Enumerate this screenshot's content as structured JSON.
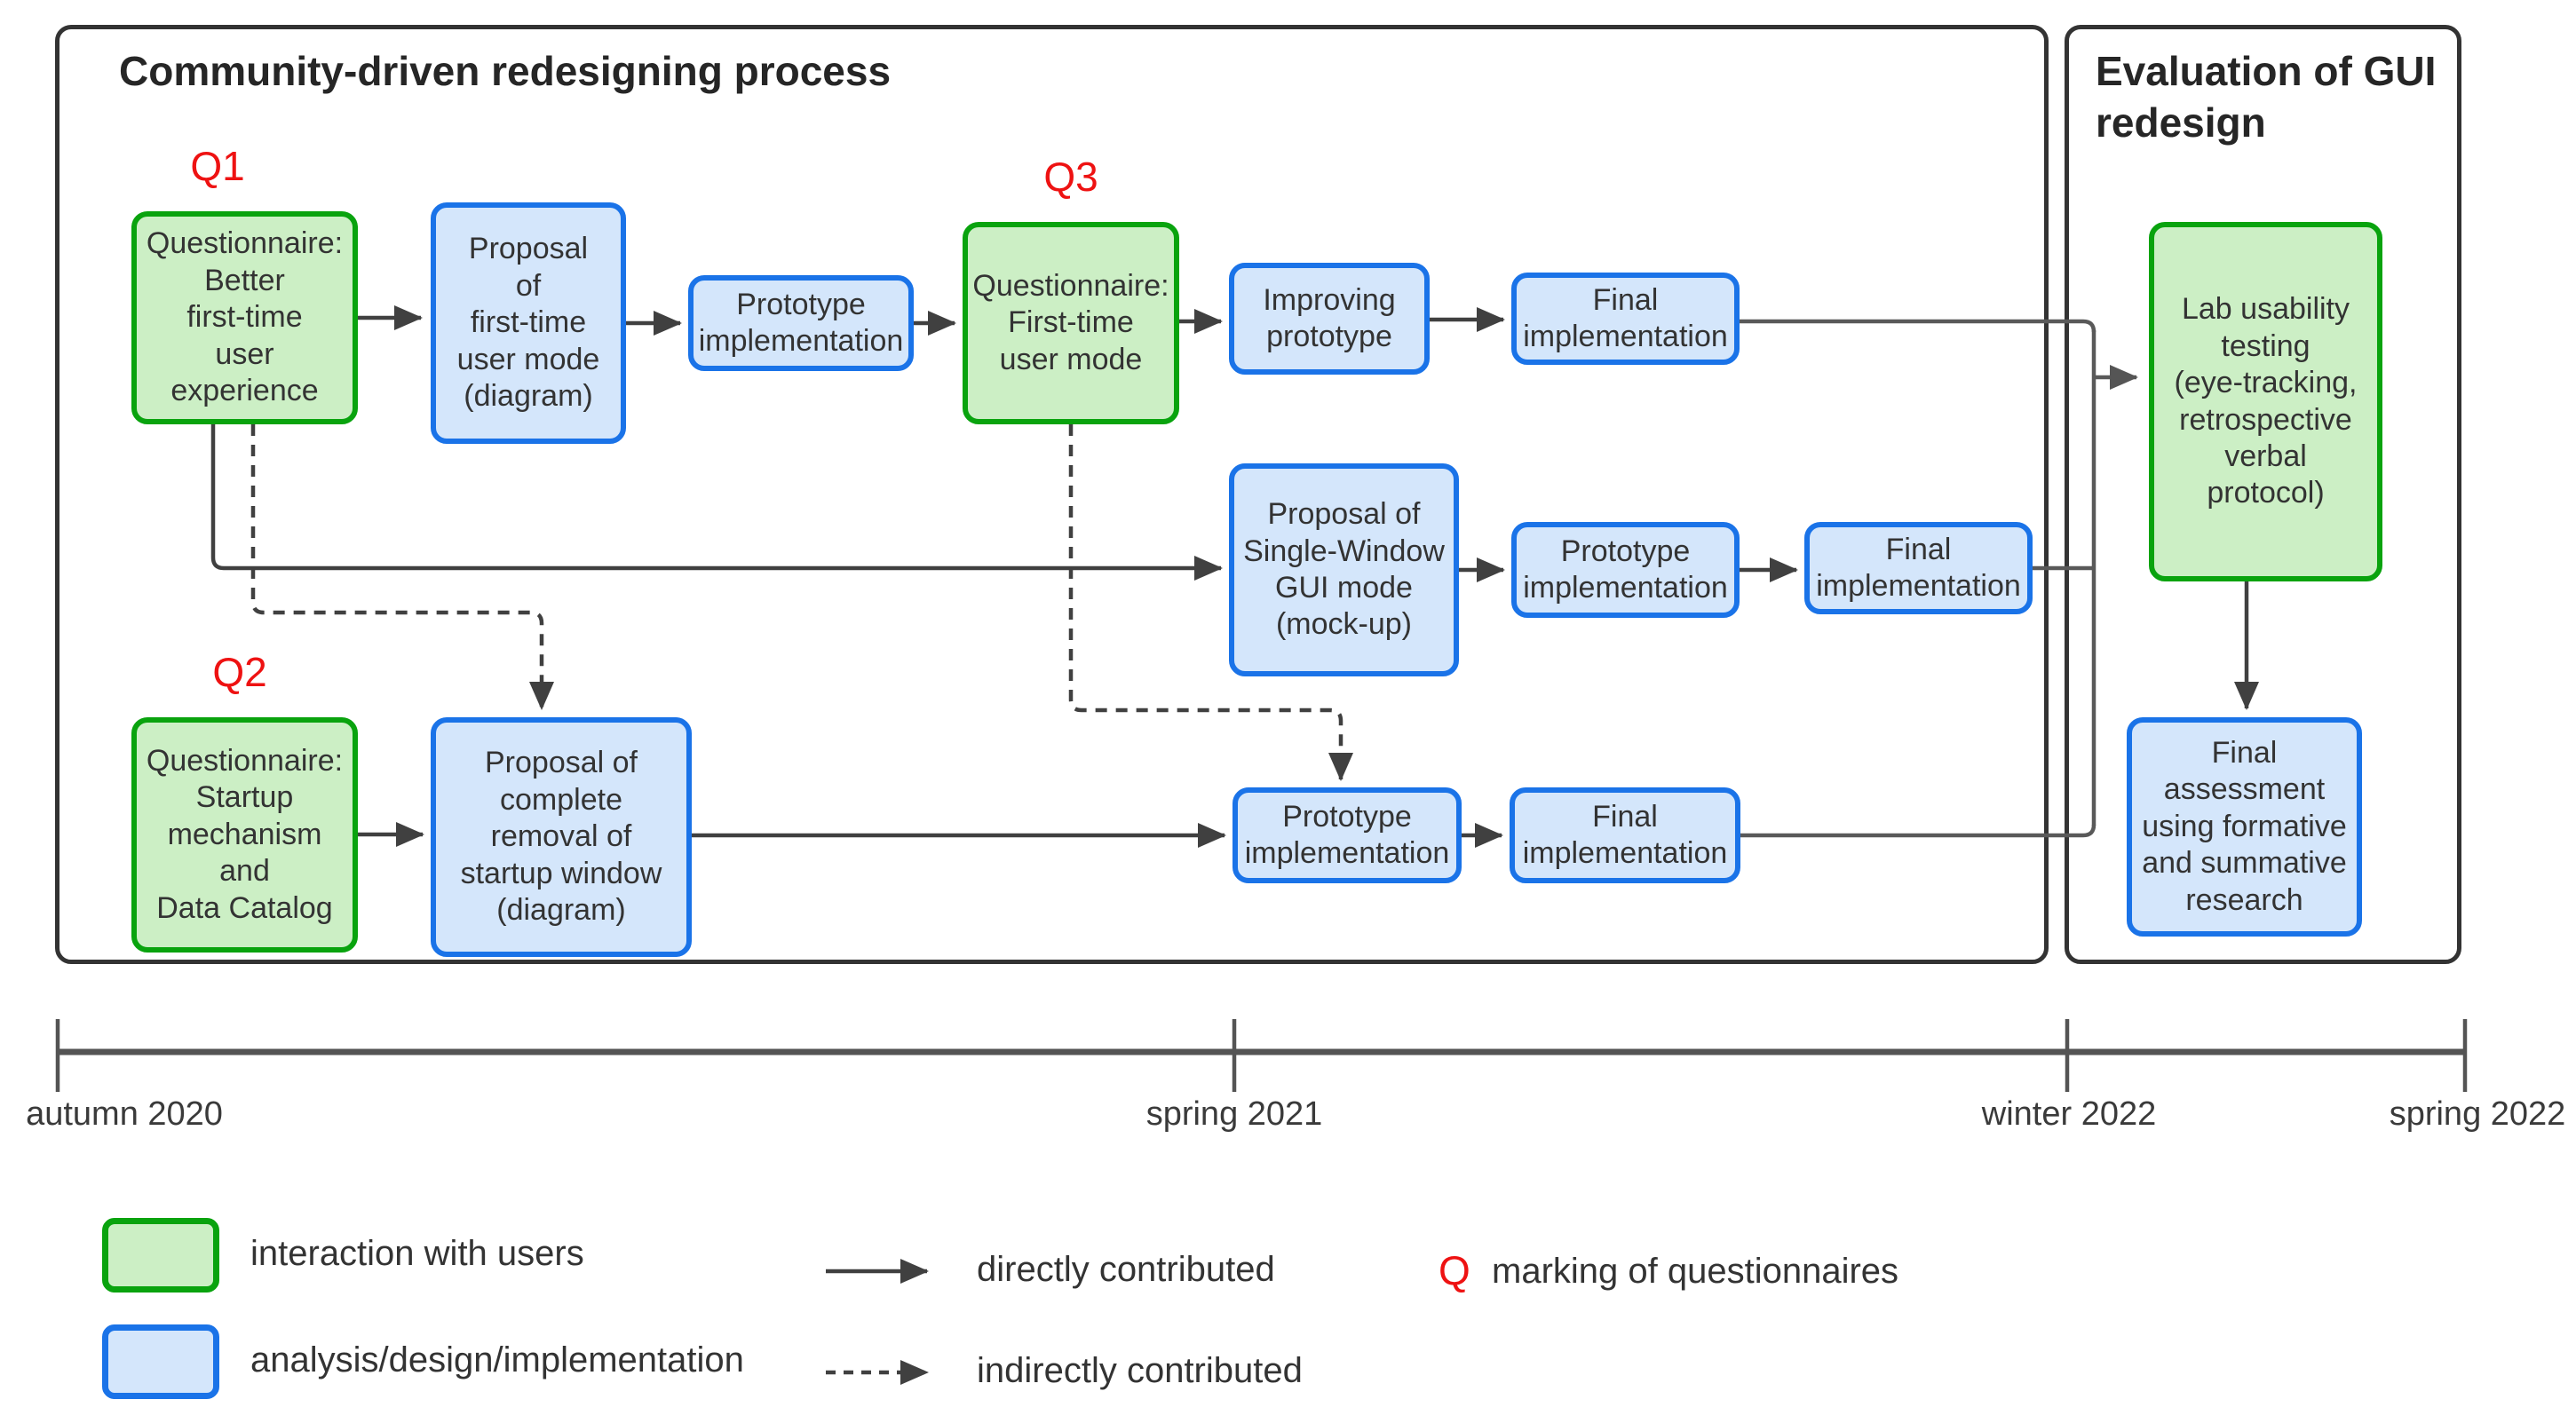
{
  "panels": {
    "process_title": "Community-driven redesigning process",
    "evaluation_title": "Evaluation of GUI redesign"
  },
  "nodes": {
    "q1": {
      "badge": "Q1",
      "label": "Questionnaire:\nBetter\nfirst-time\nuser\nexperience",
      "type": "interaction"
    },
    "p1": {
      "label": "Proposal\nof\nfirst-time\nuser mode\n(diagram)",
      "type": "analysis"
    },
    "pi1": {
      "label": "Prototype\nimplementation",
      "type": "analysis"
    },
    "q3": {
      "badge": "Q3",
      "label": "Questionnaire:\nFirst-time\nuser mode",
      "type": "interaction"
    },
    "ip": {
      "label": "Improving\nprototype",
      "type": "analysis"
    },
    "fi1": {
      "label": "Final\nimplementation",
      "type": "analysis"
    },
    "psw": {
      "label": "Proposal of\nSingle-Window\nGUI mode\n(mock-up)",
      "type": "analysis"
    },
    "pi2": {
      "label": "Prototype\nimplementation",
      "type": "analysis"
    },
    "fi2": {
      "label": "Final\nimplementation",
      "type": "analysis"
    },
    "q2": {
      "badge": "Q2",
      "label": "Questionnaire:\nStartup\nmechanism\nand\nData Catalog",
      "type": "interaction"
    },
    "prw": {
      "label": "Proposal of\ncomplete\nremoval of\nstartup window\n(diagram)",
      "type": "analysis"
    },
    "pi3": {
      "label": "Prototype\nimplementation",
      "type": "analysis"
    },
    "fi3": {
      "label": "Final\nimplementation",
      "type": "analysis"
    },
    "lab": {
      "label": "Lab usability\ntesting\n(eye-tracking,\nretrospective\nverbal\nprotocol)",
      "type": "interaction"
    },
    "fa": {
      "label": "Final\nassessment\nusing formative\nand summative\nresearch",
      "type": "analysis"
    }
  },
  "timeline": {
    "marks": [
      "autumn 2020",
      "spring 2021",
      "winter 2022",
      "spring 2022"
    ]
  },
  "legend": {
    "green_label": "interaction with users",
    "blue_label": "analysis/design/implementation",
    "solid_label": "directly contributed",
    "dashed_label": "indirectly contributed",
    "q_symbol": "Q",
    "q_label": "marking of questionnaires"
  },
  "colors": {
    "interaction_fill": "#ccefc5",
    "interaction_border": "#09a30e",
    "analysis_fill": "#d4e6fb",
    "analysis_border": "#1a73e8",
    "questionnaire_mark": "#ee1212",
    "arrow": "#404040",
    "connector_gray": "#595959",
    "frame_border": "#333333"
  }
}
